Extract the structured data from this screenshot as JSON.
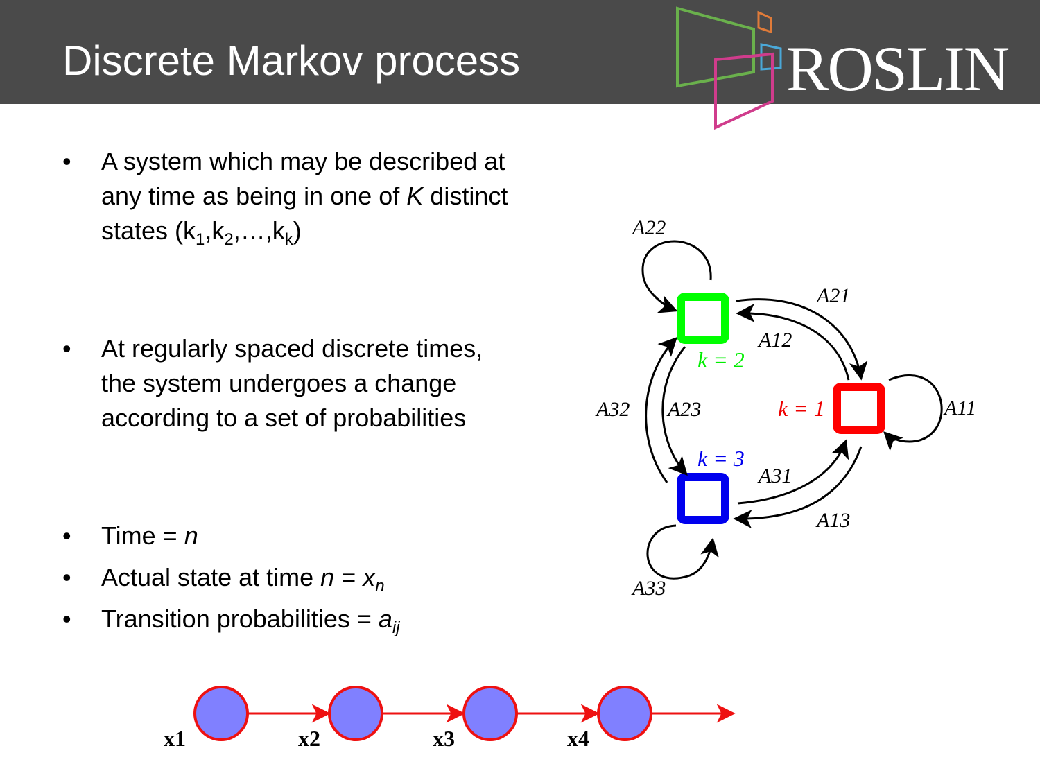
{
  "slide": {
    "title": "Discrete Markov process",
    "logo_text": "ROSLIN"
  },
  "bullets": [
    {
      "id": "b1",
      "parts": [
        "A system which may be described at any time as being in one of ",
        "K",
        " distinct states (k",
        "1",
        ",k",
        "2",
        ",…,k",
        "k",
        ")"
      ]
    },
    {
      "id": "b2",
      "text": "At regularly spaced discrete times, the system undergoes a change according to a set of probabilities"
    },
    {
      "id": "b3",
      "parts": [
        "Time = ",
        "n"
      ]
    },
    {
      "id": "b4",
      "parts": [
        "Actual state at time ",
        "n",
        " = ",
        "x",
        "n"
      ]
    },
    {
      "id": "b5",
      "parts": [
        "Transition probabilities = ",
        "a",
        "ij"
      ]
    }
  ],
  "bullet_symbol": "•",
  "state_diagram": {
    "states": [
      {
        "label": "k = 2",
        "color": "#00ff00"
      },
      {
        "label": "k = 1",
        "color": "#ff0000"
      },
      {
        "label": "k = 3",
        "color": "#0000ee"
      }
    ],
    "transitions": [
      "A22",
      "A21",
      "A12",
      "A11",
      "A32",
      "A23",
      "A31",
      "A13",
      "A33"
    ]
  },
  "chain": {
    "nodes": [
      "x1",
      "x2",
      "x3",
      "x4"
    ],
    "node_fill": "#8080ff",
    "edge_color": "#ee1111"
  },
  "colors": {
    "header_bg": "#4a4a4a",
    "logo_green": "#6ab04c",
    "logo_orange": "#e07b39",
    "logo_blue": "#4aa8d8",
    "logo_magenta": "#d03c8c"
  }
}
